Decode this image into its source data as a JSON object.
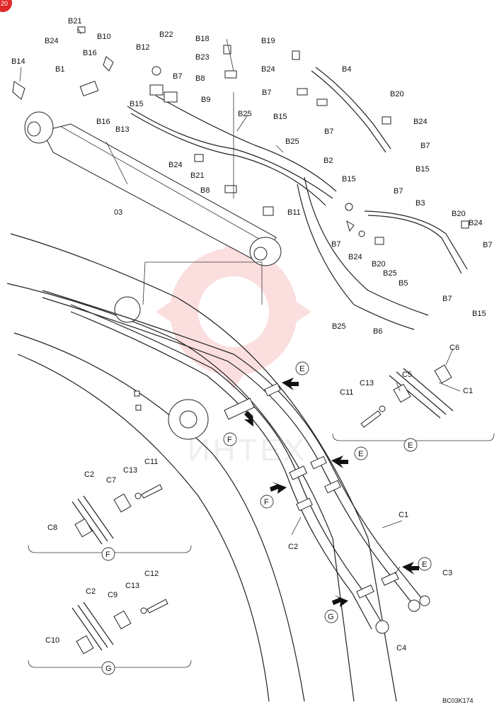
{
  "page": {
    "corner_badge": "20",
    "drawing_code": "BC03K174",
    "watermark_text": "ИНТЕХ",
    "watermark_color": "#e83a3a"
  },
  "callouts": {
    "E": "E",
    "F": "F",
    "G": "G"
  },
  "labels": {
    "B21": "B21",
    "B24": "B24",
    "B10": "B10",
    "B16": "B16",
    "B22": "B22",
    "B18": "B18",
    "B23": "B23",
    "B19": "B19",
    "B14": "B14",
    "B1": "B1",
    "B12": "B12",
    "B7": "B7",
    "B8": "B8",
    "B9": "B9",
    "B4": "B4",
    "B15": "B15",
    "B13": "B13",
    "B25": "B25",
    "B20": "B20",
    "B11": "B11",
    "B2": "B2",
    "B3": "B3",
    "B5": "B5",
    "B6": "B6",
    "03": "03",
    "C1": "C1",
    "C2": "C2",
    "C3": "C3",
    "C4": "C4",
    "C5": "C5",
    "C6": "C6",
    "C7": "C7",
    "C8": "C8",
    "C9": "C9",
    "C10": "C10",
    "C11": "C11",
    "C12": "C12",
    "C13": "C13"
  }
}
